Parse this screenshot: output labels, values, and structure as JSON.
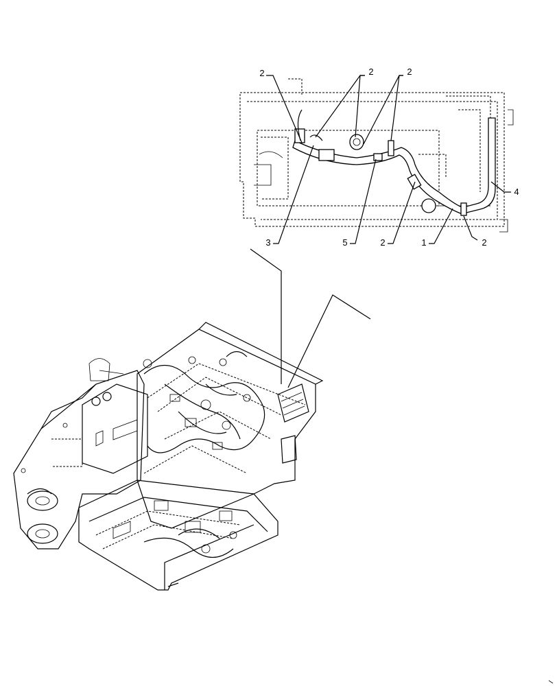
{
  "callouts": [
    {
      "id": "c1",
      "label": "2"
    },
    {
      "id": "c2",
      "label": "2"
    },
    {
      "id": "c3",
      "label": "2"
    },
    {
      "id": "c4",
      "label": "4"
    },
    {
      "id": "c5",
      "label": "3"
    },
    {
      "id": "c6",
      "label": "5"
    },
    {
      "id": "c7",
      "label": "2"
    },
    {
      "id": "c8",
      "label": "1"
    },
    {
      "id": "c9",
      "label": "2"
    }
  ]
}
